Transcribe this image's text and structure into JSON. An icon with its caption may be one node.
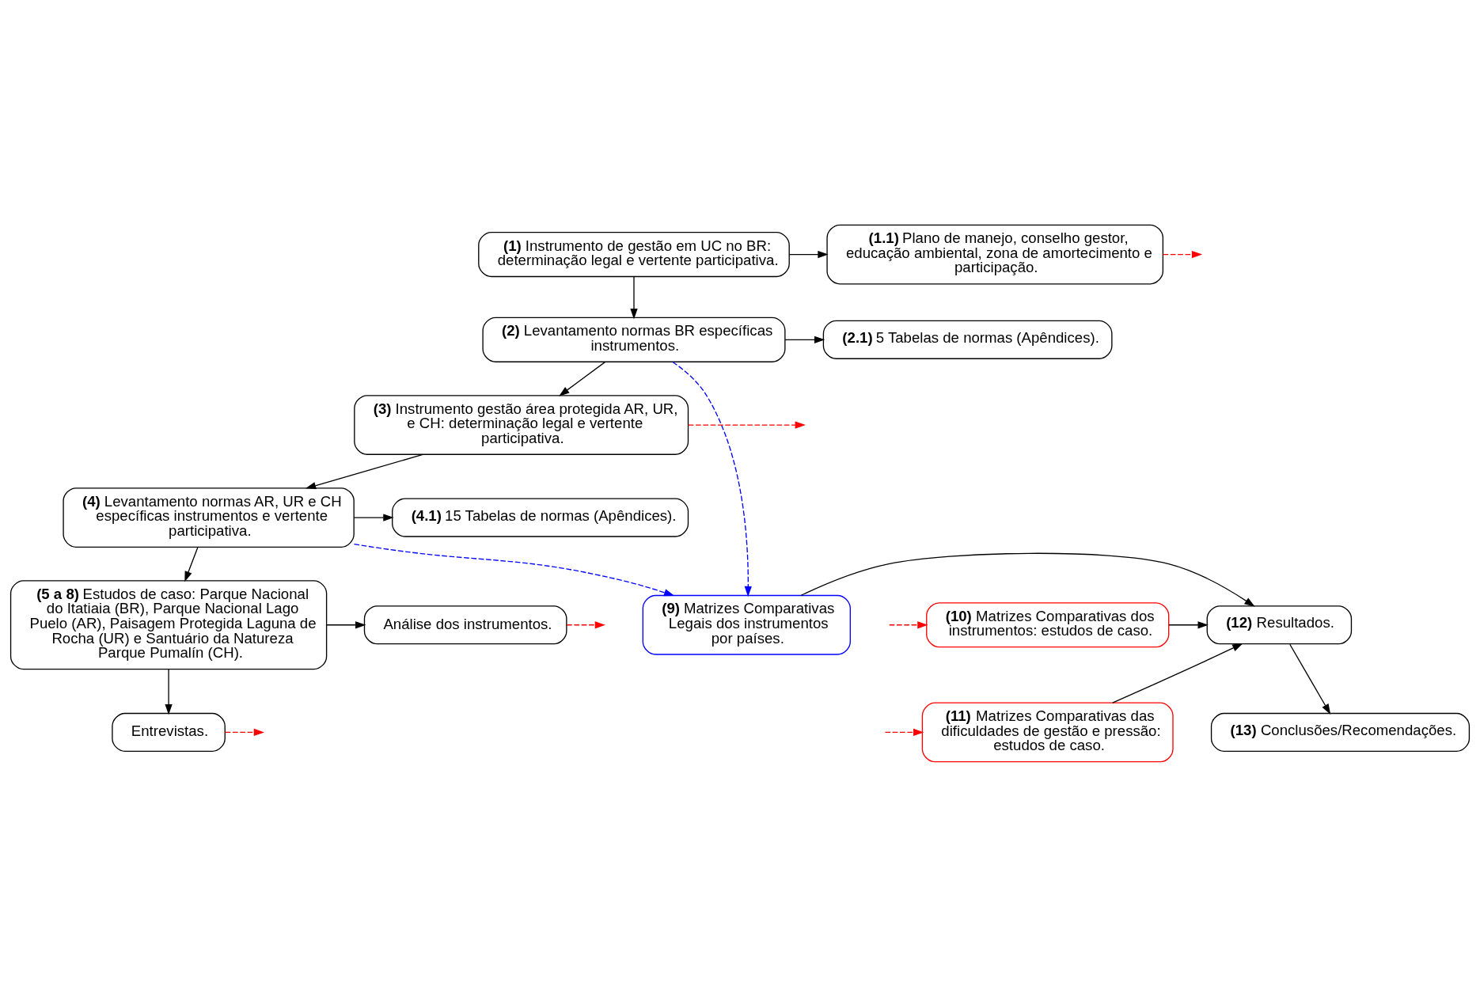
{
  "diagram": {
    "nodes": [
      {
        "text": [
          "**(1)** Instrumento de gestão em UC no BR: determinação legal e vertente participativa."
        ]
      },
      {
        "text": [
          "**(1.1)** Plano de manejo, conselho gestor, educação ambiental, zona de amortecimento e participação."
        ]
      },
      {
        "text": [
          "**(2)** Levantamento normas BR específicas instrumentos."
        ]
      },
      {
        "text": [
          "**(2.1)** 5 Tabelas de normas (Apêndices)."
        ]
      },
      {
        "text": [
          "**(3)** Instrumento gestão área protegida AR, UR, e CH: determinação legal e vertente participativa."
        ]
      },
      {
        "text": [
          "**(4)** Levantamento normas AR, UR e CH específicas instrumentos e vertente participativa."
        ]
      },
      {
        "text": [
          "**(4.1)** 15 Tabelas de normas (Apêndices)."
        ]
      },
      {
        "text": [
          "**(5 a 8)** Estudos de caso: Parque Nacional do Itatiaia (BR), Parque Nacional Lago Puelo (AR), Paisagem Protegida Laguna de Rocha (UR) e Santuário da Natureza Parque Pumalín (CH)."
        ]
      },
      {
        "text": [
          "Análise dos instrumentos."
        ]
      },
      {
        "text": [
          "Entrevistas."
        ]
      },
      {
        "text": [
          "**(10)** Matrizes Comparativas dos instrumentos: estudos de caso."
        ]
      },
      {
        "text": [
          "**(9)** Matrizes Comparativas Legais dos instrumentos por países."
        ]
      },
      {
        "text": [
          "**(12)** Resultados."
        ]
      },
      {
        "text": [
          "**(11)** Matrizes Comparativas das dificuldades de gestão e pressão: estudos de caso."
        ]
      },
      {
        "text": [
          "**(13)** Conclusões/Recomendações."
        ]
      }
    ],
    "edges": [
      {
        "from": 0,
        "to": 1,
        "arrow": "to"
      },
      {
        "from": 0,
        "to": 2,
        "arrow": "to"
      },
      {
        "from": 2,
        "to": 3,
        "arrow": "to"
      },
      {
        "from": 2,
        "to": 4,
        "arrow": "to"
      },
      {
        "from": 4,
        "to": 5,
        "arrow": "to"
      },
      {
        "from": 5,
        "to": 6,
        "arrow": "to"
      },
      {
        "from": 5,
        "to": 7,
        "arrow": "to"
      },
      {
        "from": 7,
        "to": 8,
        "arrow": "to"
      },
      {
        "from": 7,
        "to": 9,
        "arrow": "to"
      },
      {
        "from": 1,
        "to": null,
        "arrow": "to",
        "style": "dashed",
        "color": "#ff0000"
      },
      {
        "from": 4,
        "to": null,
        "arrow": "to",
        "style": "dashed",
        "color": "#ff0000"
      },
      {
        "from": 8,
        "to": null,
        "arrow": "to",
        "style": "dashed",
        "color": "#ff0000"
      },
      {
        "from": 9,
        "to": null,
        "arrow": "to",
        "style": "dashed",
        "color": "#ff0000"
      },
      {
        "from": null,
        "to": 10,
        "arrow": "to",
        "style": "dashed",
        "color": "#ff0000"
      },
      {
        "from": null,
        "to": 13,
        "arrow": "to",
        "style": "dashed",
        "color": "#ff0000"
      },
      {
        "from": 2,
        "to": 11,
        "arrow": "to",
        "style": "dashed",
        "color": "#0000ff"
      },
      {
        "from": 5,
        "to": 11,
        "arrow": "to",
        "style": "dashed",
        "color": "#0000ff"
      },
      {
        "from": 11,
        "to": 12,
        "arrow": "to"
      },
      {
        "from": 10,
        "to": 12,
        "arrow": "to"
      },
      {
        "from": 13,
        "to": 12,
        "arrow": "to"
      },
      {
        "from": 12,
        "to": 14,
        "arrow": "to"
      }
    ]
  }
}
